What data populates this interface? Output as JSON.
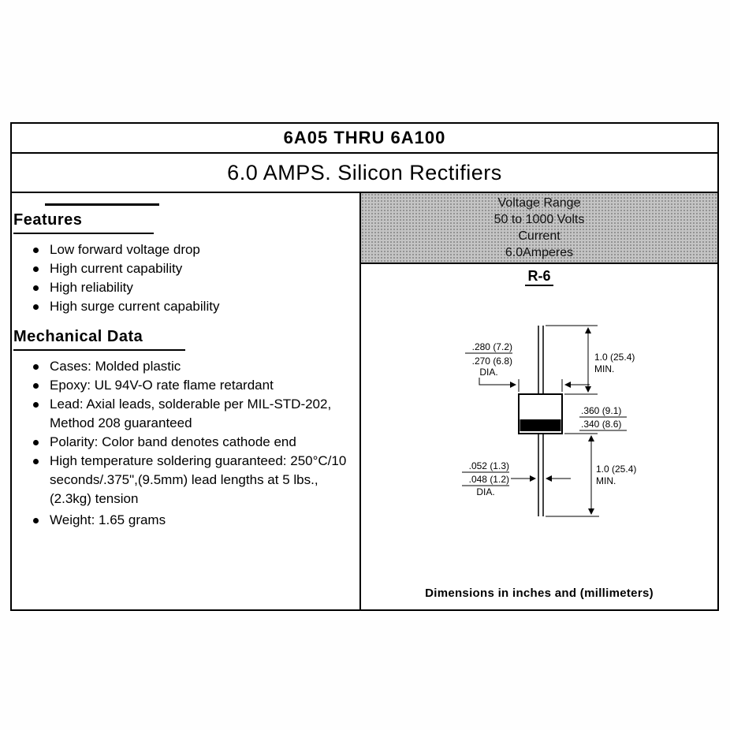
{
  "header": {
    "part_range": "6A05 THRU 6A100",
    "subtitle": "6.0 AMPS. Silicon Rectifiers"
  },
  "features": {
    "heading": "Features",
    "items": [
      "Low forward voltage drop",
      "High current capability",
      "High reliability",
      "High surge current capability"
    ]
  },
  "mechanical": {
    "heading": "Mechanical Data",
    "items": [
      "Cases: Molded plastic",
      "Epoxy: UL 94V-O rate flame retardant",
      "Lead: Axial leads, solderable per MIL-STD-202, Method 208 guaranteed",
      "Polarity: Color band denotes cathode end",
      "High temperature soldering guaranteed: 250°C/10 seconds/.375\",(9.5mm) lead lengths at 5 lbs., (2.3kg) tension",
      "Weight: 1.65 grams"
    ]
  },
  "ratings": {
    "lines": [
      "Voltage Range",
      "50 to 1000 Volts",
      "Current",
      "6.0Amperes"
    ]
  },
  "package": {
    "name": "R-6",
    "footer": "Dimensions in inches and (millimeters)"
  },
  "drawing": {
    "top_dia_1": ".280 (7.2)",
    "top_dia_2": ".270 (6.8)",
    "top_dia_3": "DIA.",
    "top_len_1": "1.0 (25.4)",
    "top_len_2": "MIN.",
    "body_len_1": ".360 (9.1)",
    "body_len_2": ".340 (8.6)",
    "bot_dia_1": ".052 (1.3)",
    "bot_dia_2": ".048 (1.2)",
    "bot_dia_3": "DIA.",
    "bot_len_1": "1.0 (25.4)",
    "bot_len_2": "MIN."
  },
  "colors": {
    "ratings_bg": "#c4c4c4",
    "ink": "#000000"
  }
}
